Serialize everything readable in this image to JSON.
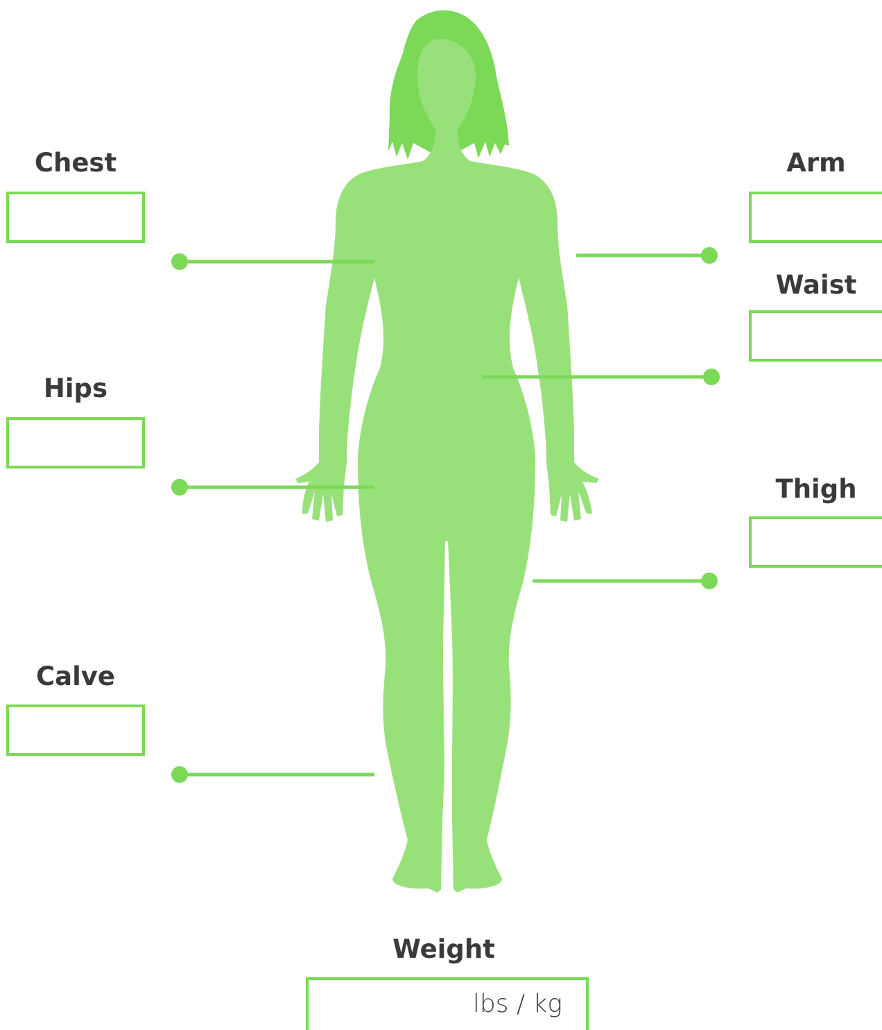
{
  "accent_color": "#7bd957",
  "figure_color": "#98e17a",
  "hair_color": "#7bd957",
  "measurements": {
    "chest": {
      "label": "Chest",
      "value": ""
    },
    "hips": {
      "label": "Hips",
      "value": ""
    },
    "calve": {
      "label": "Calve",
      "value": ""
    },
    "arm": {
      "label": "Arm",
      "value": ""
    },
    "waist": {
      "label": "Waist",
      "value": ""
    },
    "thigh": {
      "label": "Thigh",
      "value": ""
    }
  },
  "weight": {
    "label": "Weight",
    "value": "",
    "unit": "lbs / kg"
  },
  "icons": {
    "figure": "female-body-silhouette-icon",
    "pointer": "pointer-dot-icon"
  }
}
